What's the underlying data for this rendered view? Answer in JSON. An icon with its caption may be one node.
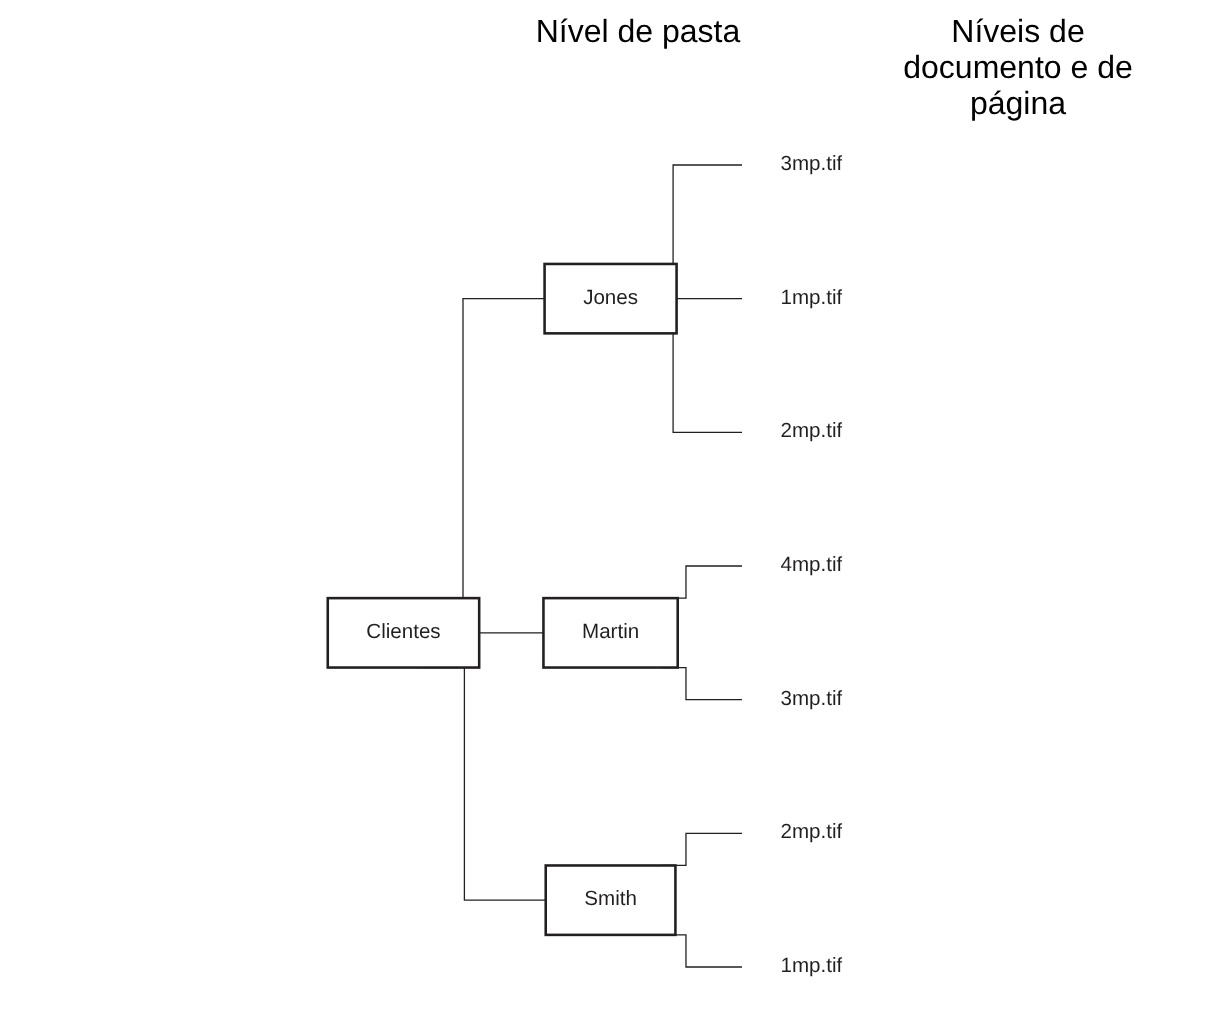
{
  "diagram": {
    "nodes": [
      {
        "text": [
          "Clientes"
        ]
      },
      {
        "text": [
          "Jones"
        ]
      },
      {
        "text": [
          "Martin"
        ]
      },
      {
        "text": [
          "Smith"
        ]
      },
      {
        "text": [
          "3mp.tif"
        ]
      },
      {
        "text": [
          "1mp.tif"
        ]
      },
      {
        "text": [
          "2mp.tif"
        ]
      },
      {
        "text": [
          "4mp.tif"
        ]
      },
      {
        "text": [
          "3mp.tif"
        ]
      },
      {
        "text": [
          "2mp.tif"
        ]
      },
      {
        "text": [
          "1mp.tif"
        ]
      }
    ],
    "edges": [
      {
        "from": 0,
        "to": 1,
        "arrow": "none"
      },
      {
        "from": 0,
        "to": 2,
        "arrow": "none"
      },
      {
        "from": 0,
        "to": 3,
        "arrow": "none"
      },
      {
        "from": 1,
        "to": 4,
        "arrow": "none"
      },
      {
        "from": 1,
        "to": 5,
        "arrow": "none"
      },
      {
        "from": 1,
        "to": 6,
        "arrow": "none"
      },
      {
        "from": 2,
        "to": 7,
        "arrow": "none"
      },
      {
        "from": 2,
        "to": 8,
        "arrow": "none"
      },
      {
        "from": 3,
        "to": 9,
        "arrow": "none"
      },
      {
        "from": 3,
        "to": 10,
        "arrow": "none"
      }
    ],
    "labels": [
      "Nível de pasta",
      "Níveis de documento e de página"
    ]
  }
}
